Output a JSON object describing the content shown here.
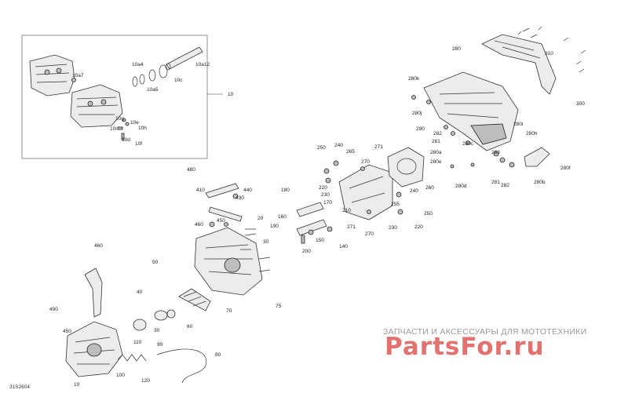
{
  "diagram": {
    "reference_code": "31S2604",
    "watermark": {
      "caption": "ЗАПЧАСТИ И АКСЕССУАРЫ ДЛЯ МОТОТЕХНИКИ",
      "brand": "PartsFor.ru"
    },
    "callouts": [
      "10a7",
      "10a4",
      "10a5",
      "10c",
      "10a12",
      "10",
      "10g",
      "10e",
      "10h",
      "10i",
      "10d",
      "10f",
      "280",
      "310",
      "300",
      "280k",
      "280j",
      "290",
      "282",
      "281",
      "280c",
      "280a",
      "280e",
      "280d",
      "280i",
      "280h",
      "280f",
      "283",
      "281",
      "282",
      "280b",
      "250",
      "240",
      "265",
      "271",
      "270",
      "220",
      "230",
      "210",
      "260",
      "240",
      "255",
      "250",
      "230",
      "220",
      "271",
      "270",
      "180",
      "170",
      "160",
      "150",
      "140",
      "200",
      "190",
      "480",
      "410",
      "440",
      "430",
      "450",
      "460",
      "20",
      "30",
      "75",
      "70",
      "50",
      "40",
      "60",
      "460",
      "490",
      "450",
      "110",
      "90",
      "80",
      "100",
      "120",
      "10",
      "30"
    ]
  }
}
